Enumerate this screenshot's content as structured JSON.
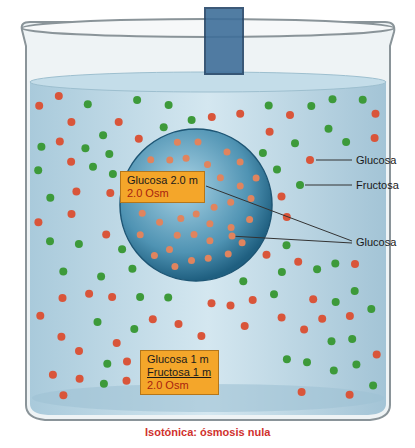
{
  "diagram": {
    "caption": "Isotónica: ósmosis nula",
    "nodes": [
      {
        "text": [
          "Glucosa 2.0 m",
          "2.0 Osm"
        ]
      },
      {
        "text": [
          "Glucosa 1 m",
          "Fructosa 1 m",
          "2.0 Osm"
        ]
      }
    ],
    "labels": [
      "Glucosa",
      "Fructosa",
      "Glucosa"
    ]
  }
}
